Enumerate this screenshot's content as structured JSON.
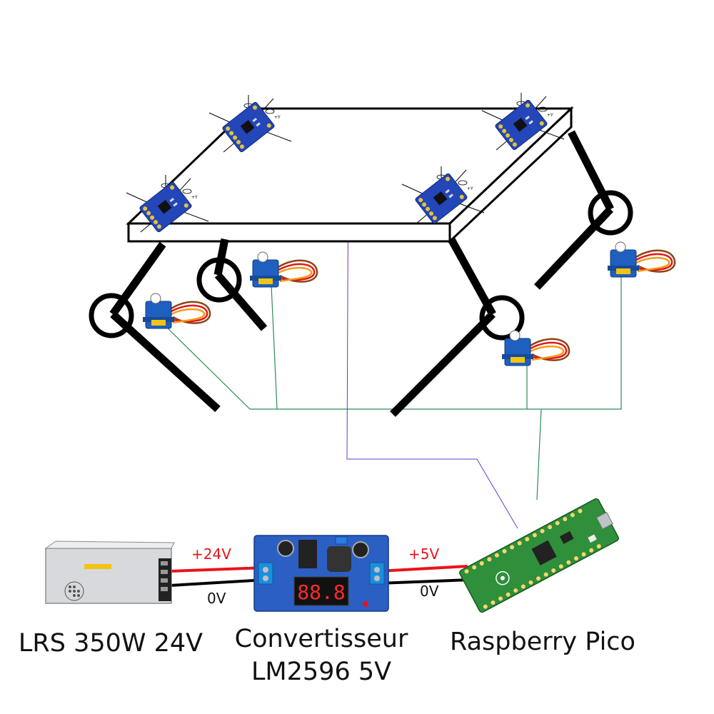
{
  "wires": {
    "psu_plus": "+24V",
    "psu_zero": "0V",
    "conv_plus": "+5V",
    "conv_zero": "0V"
  },
  "components": {
    "psu": "LRS 350W 24V",
    "converter_line1": "Convertisseur",
    "converter_line2": "LM2596 5V",
    "pico": "Raspberry Pico"
  },
  "converter_display": "88.8",
  "colors": {
    "positive_wire": "#e8141a",
    "ground_wire": "#000000",
    "servo_signal_wire": "#2e8b57",
    "imu_bus_wire": "#6a35c9",
    "pcb_blue": "#2346b8",
    "pico_green": "#2f8f3a"
  }
}
